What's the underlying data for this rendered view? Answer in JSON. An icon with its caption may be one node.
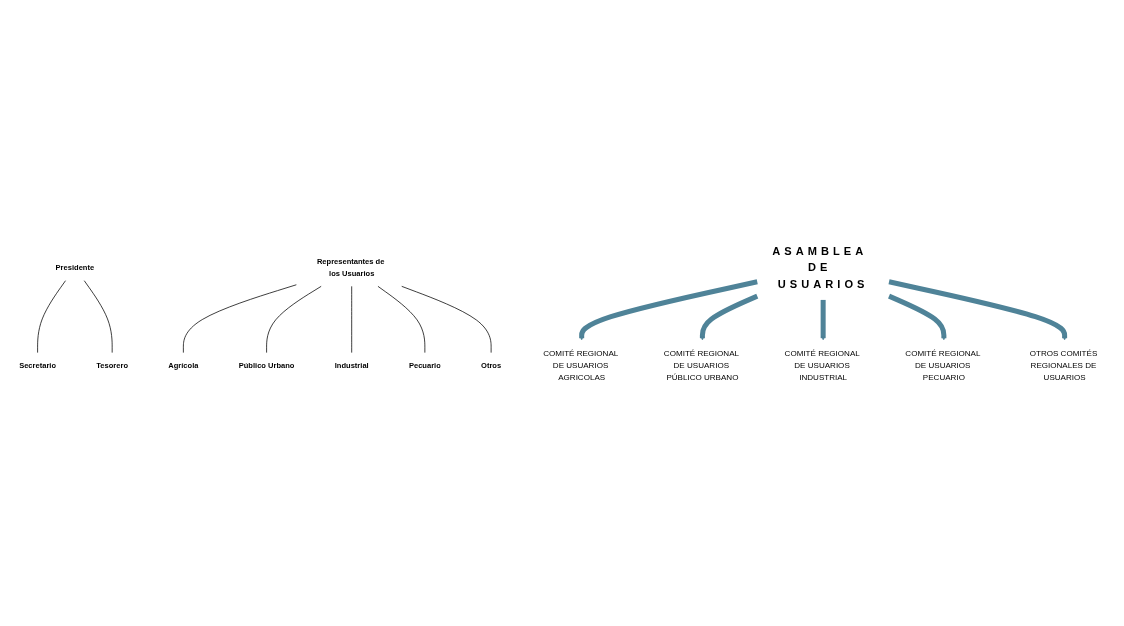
{
  "diagram": {
    "nodes": [
      {
        "text": [
          "Presidente"
        ]
      },
      {
        "text": [
          "Secretario"
        ]
      },
      {
        "text": [
          "Representantes de los Usuarios"
        ]
      },
      {
        "text": [
          "Tesorero"
        ]
      },
      {
        "text": [
          "Agrícola"
        ]
      },
      {
        "text": [
          "Público Urbano"
        ]
      },
      {
        "text": [
          "Industrial"
        ]
      },
      {
        "text": [
          "Pecuario"
        ]
      },
      {
        "text": [
          "Otros"
        ]
      },
      {
        "text": [
          "ASAMBLEA DE USUARIOS"
        ]
      },
      {
        "text": [
          "COMITÉ REGIONAL DE USUARIOS AGRICOLAS"
        ]
      },
      {
        "text": [
          "COMITÉ REGIONAL DE USUARIOS PÚBLICO URBANO"
        ]
      },
      {
        "text": [
          "COMITÉ REGIONAL DE USUARIOS INDUSTRIAL"
        ]
      },
      {
        "text": [
          "COMITÉ REGIONAL DE USUARIOS PECUARIO"
        ]
      },
      {
        "text": [
          "OTROS COMITÉS REGIONALES DE USUARIOS"
        ]
      }
    ],
    "edges": [
      {
        "from": 0,
        "to": 1,
        "arrow": "none"
      },
      {
        "from": 0,
        "to": 3,
        "arrow": "none"
      },
      {
        "from": 2,
        "to": 4,
        "arrow": "none"
      },
      {
        "from": 2,
        "to": 5,
        "arrow": "none"
      },
      {
        "from": 2,
        "to": 6,
        "arrow": "none"
      },
      {
        "from": 2,
        "to": 7,
        "arrow": "none"
      },
      {
        "from": 2,
        "to": 8,
        "arrow": "none"
      },
      {
        "from": 9,
        "to": 10,
        "arrow": "to",
        "style": "thick",
        "color": "#4f8398"
      },
      {
        "from": 9,
        "to": 11,
        "arrow": "to",
        "style": "thick",
        "color": "#4f8398"
      },
      {
        "from": 9,
        "to": 12,
        "arrow": "to",
        "style": "thick",
        "color": "#4f8398"
      },
      {
        "from": 9,
        "to": 13,
        "arrow": "to",
        "style": "thick",
        "color": "#4f8398"
      },
      {
        "from": 9,
        "to": 14,
        "arrow": "to",
        "style": "thick",
        "color": "#4f8398"
      }
    ]
  }
}
